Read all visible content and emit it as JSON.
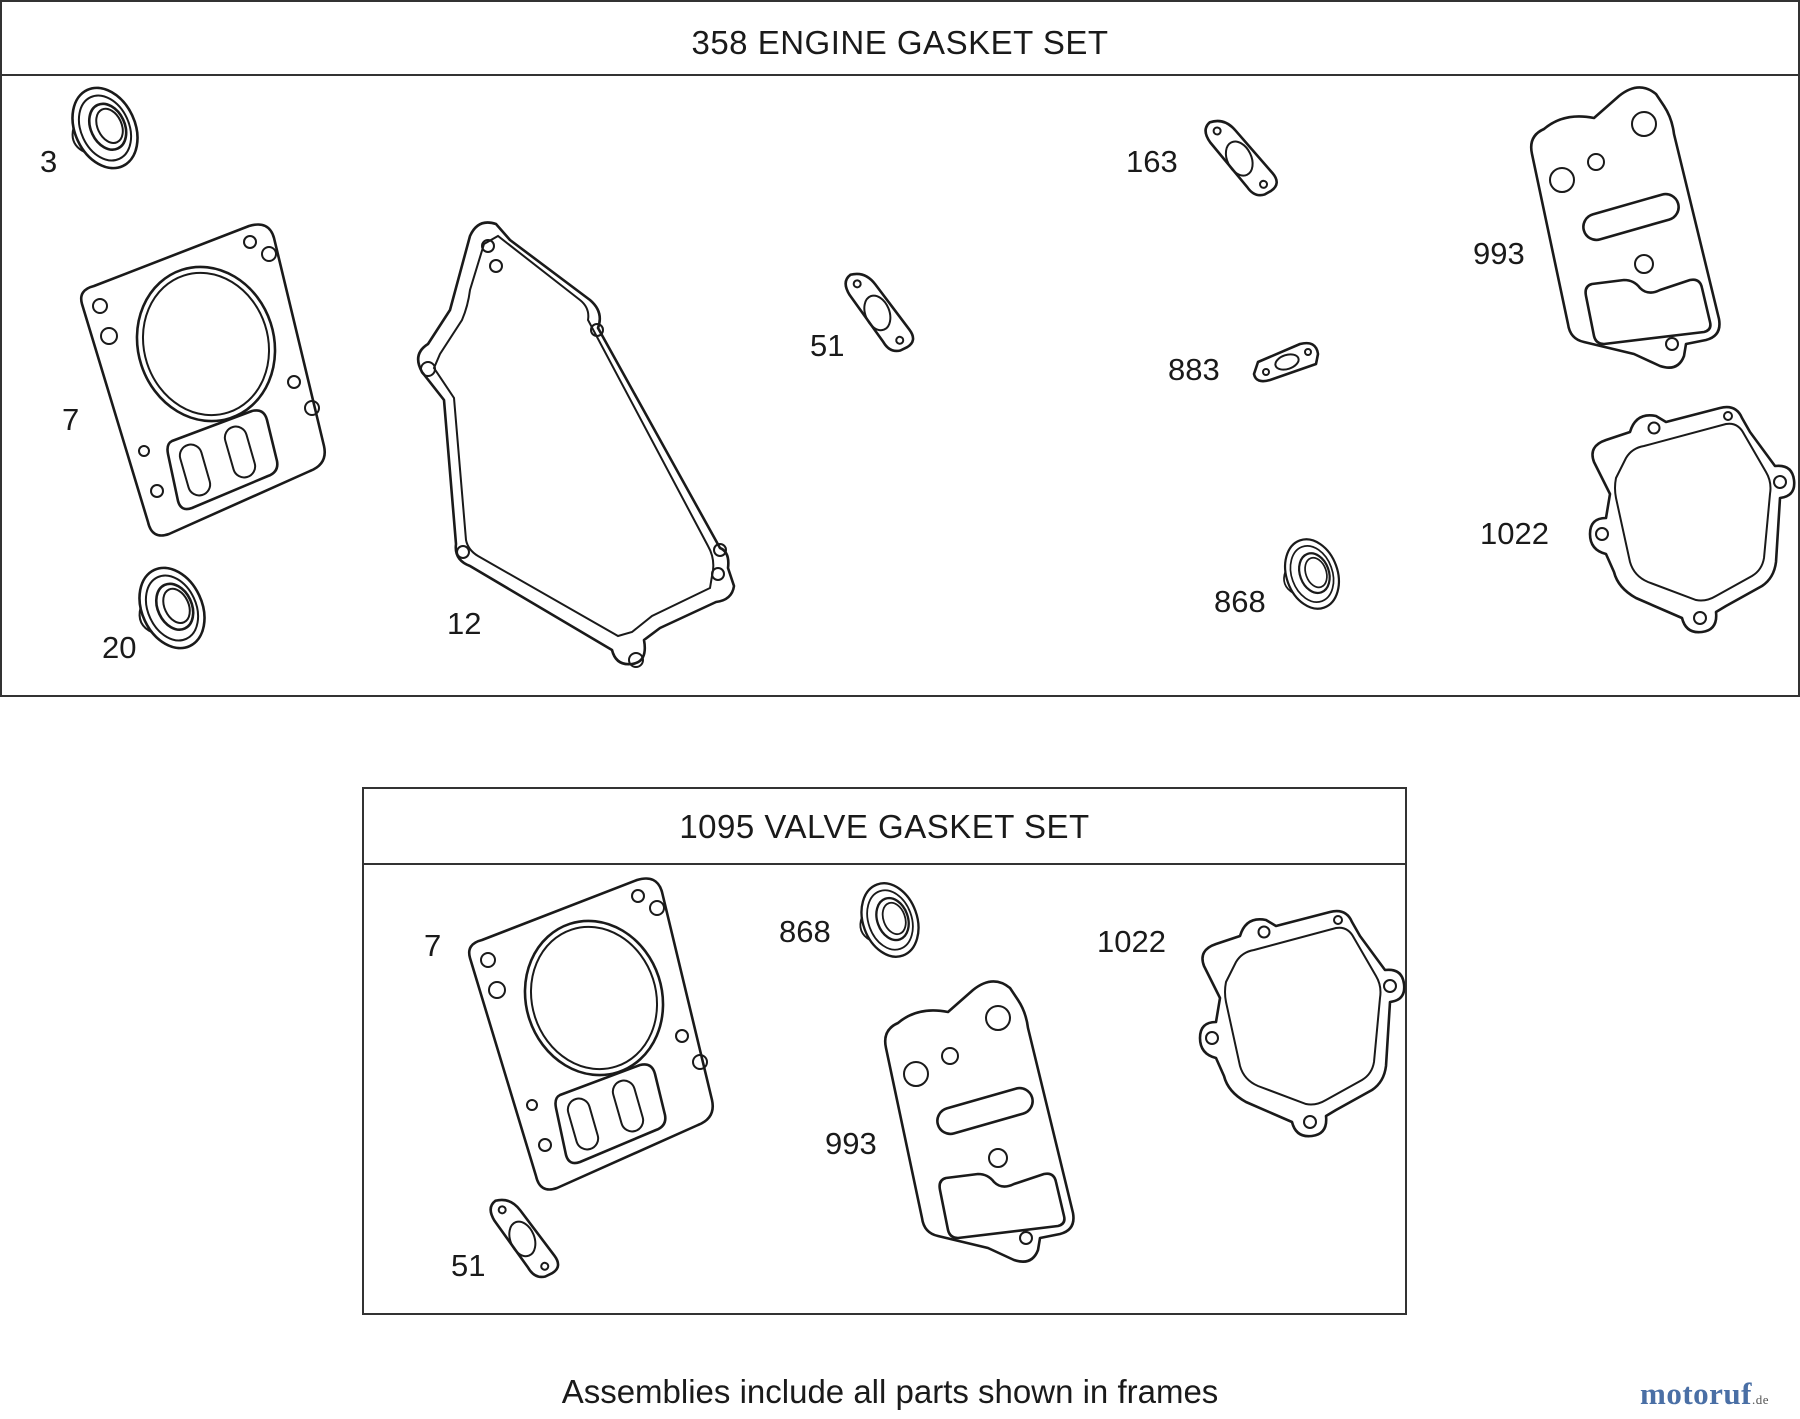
{
  "engine_set": {
    "title": "358 ENGINE GASKET SET",
    "labels": {
      "p3": "3",
      "p7": "7",
      "p20": "20",
      "p12": "12",
      "p51": "51",
      "p163": "163",
      "p883": "883",
      "p868": "868",
      "p993": "993",
      "p1022": "1022"
    }
  },
  "valve_set": {
    "title": "1095 VALVE GASKET SET",
    "labels": {
      "p7": "7",
      "p868": "868",
      "p1022": "1022",
      "p993": "993",
      "p51": "51"
    }
  },
  "footnote": "Assemblies include all parts shown in frames",
  "logo": {
    "text": "motoruf",
    "suffix": ".de",
    "color": "#4a6fa5"
  }
}
